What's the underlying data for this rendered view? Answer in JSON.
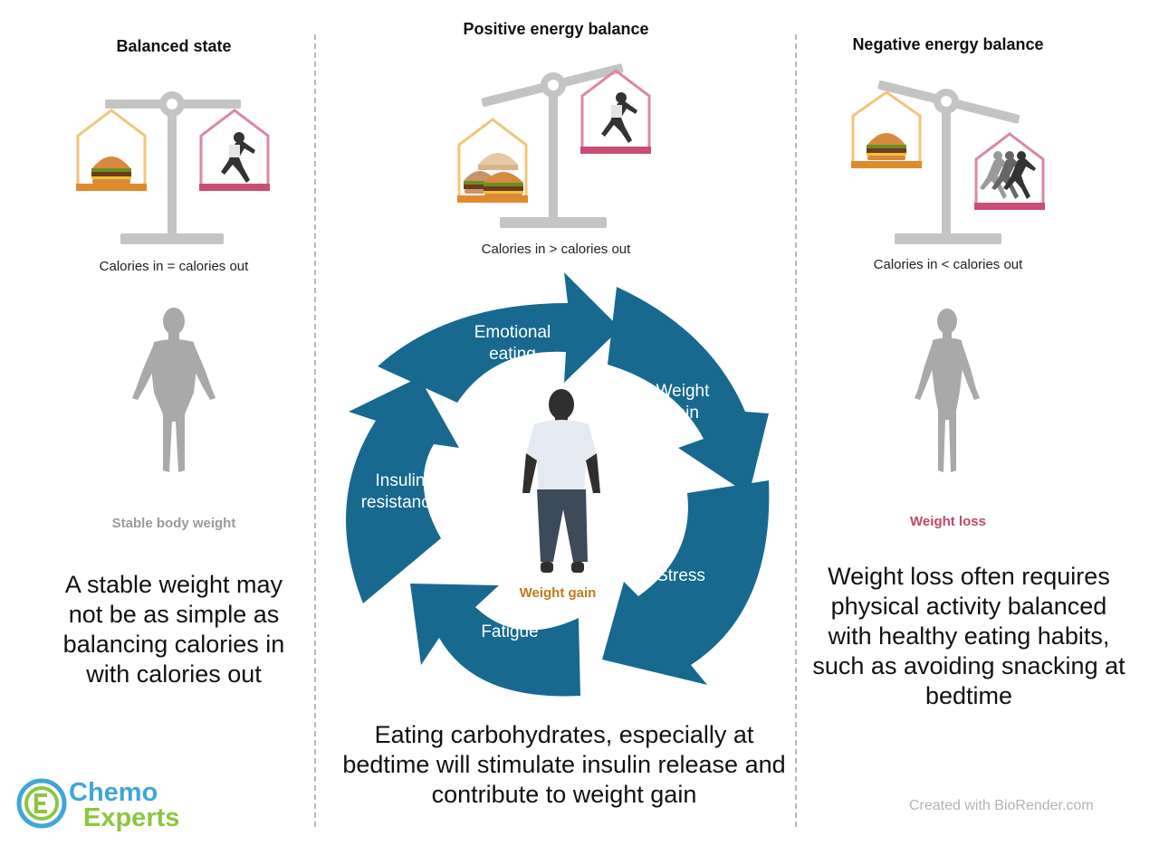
{
  "left": {
    "title": "Balanced state",
    "caption": "Calories in = calories out",
    "status": "Stable body weight",
    "text": "A stable weight may not be as simple as balancing calories in with calories out"
  },
  "center": {
    "title": "Positive energy balance",
    "caption": "Calories in > calories out",
    "cycle": {
      "emotional": "Emotional eating",
      "weight_gain": "Weight gain",
      "stress": "Stress",
      "fatigue": "Fatigue",
      "insulin": "Insulin resistance"
    },
    "figure_label": "Weight gain",
    "text": "Eating carbohydrates, especially at bedtime will stimulate insulin release and contribute to weight gain"
  },
  "right": {
    "title": "Negative energy balance",
    "caption": "Calories in < calories out",
    "status": "Weight loss",
    "text": "Weight loss often requires physical activity balanced with healthy eating habits, such as avoiding snacking at bedtime"
  },
  "logo": {
    "line1": "Chemo",
    "line2": "Experts"
  },
  "credit": "Created with BioRender.com",
  "colors": {
    "arrow": "#17698f",
    "scale": "#c4c4c4",
    "food_pan": "#e08a2b",
    "activity_pan": "#c84f73",
    "body": "#a9a9a9",
    "weight_gain_label": "#c07a1a",
    "weight_loss_label": "#c0496a"
  }
}
